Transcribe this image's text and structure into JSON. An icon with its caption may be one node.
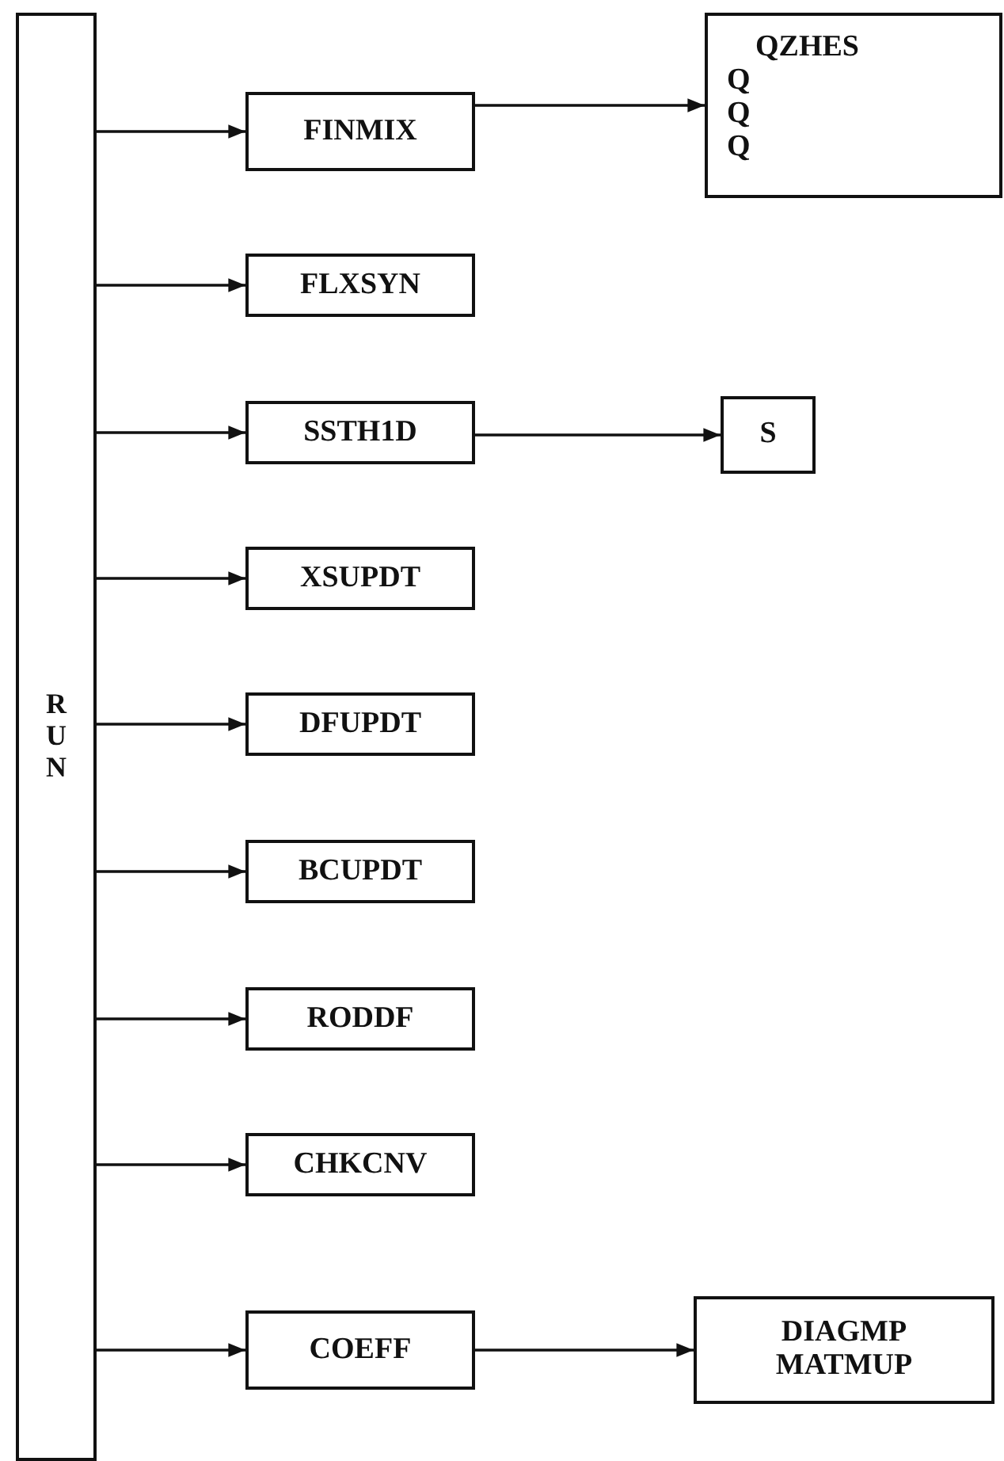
{
  "diagram": {
    "nodes": [
      {
        "text": [
          "RUN"
        ]
      },
      {
        "text": [
          "FINMIX"
        ]
      },
      {
        "text": [
          "QZHES",
          "Q",
          "Q",
          "Q"
        ]
      },
      {
        "text": [
          "FLXSYN"
        ]
      },
      {
        "text": [
          "SSTH1D"
        ]
      },
      {
        "text": [
          "S"
        ]
      },
      {
        "text": [
          "XSUPDT"
        ]
      },
      {
        "text": [
          "DFUPDT"
        ]
      },
      {
        "text": [
          "BCUPDT"
        ]
      },
      {
        "text": [
          "RODDF"
        ]
      },
      {
        "text": [
          "CHKCNV"
        ]
      },
      {
        "text": [
          "COEFF"
        ]
      },
      {
        "text": [
          "DIAGMP MATMUP"
        ]
      }
    ],
    "edges": [
      {
        "from": 0,
        "to": 1,
        "arrow": "to"
      },
      {
        "from": 1,
        "to": 2,
        "arrow": "to"
      },
      {
        "from": 0,
        "to": 3,
        "arrow": "to"
      },
      {
        "from": 0,
        "to": 4,
        "arrow": "to"
      },
      {
        "from": 4,
        "to": 5,
        "arrow": "to"
      },
      {
        "from": 0,
        "to": 6,
        "arrow": "to"
      },
      {
        "from": 0,
        "to": 7,
        "arrow": "to"
      },
      {
        "from": 0,
        "to": 8,
        "arrow": "to"
      },
      {
        "from": 0,
        "to": 9,
        "arrow": "to"
      },
      {
        "from": 0,
        "to": 10,
        "arrow": "to"
      },
      {
        "from": 0,
        "to": 11,
        "arrow": "to"
      },
      {
        "from": 11,
        "to": 12,
        "arrow": "to"
      }
    ]
  }
}
